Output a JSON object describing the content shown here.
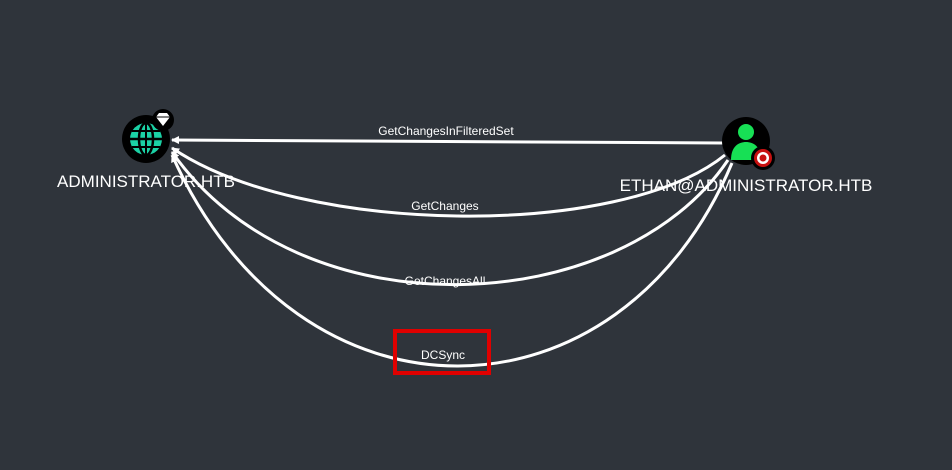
{
  "graph": {
    "nodes": {
      "domain": {
        "label": "ADMINISTRATOR.HTB",
        "icon": "globe-icon",
        "badge": "diamond-icon",
        "color": "#1bd1a5"
      },
      "user": {
        "label": "ETHAN@ADMINISTRATOR.HTB",
        "icon": "user-icon",
        "badge": "target-icon",
        "color": "#17e055"
      }
    },
    "edges": [
      {
        "label": "GetChangesInFilteredSet"
      },
      {
        "label": "GetChanges"
      },
      {
        "label": "GetChangesAll"
      },
      {
        "label": "DCSync",
        "highlighted": true,
        "highlight_color": "#e00000"
      }
    ]
  }
}
